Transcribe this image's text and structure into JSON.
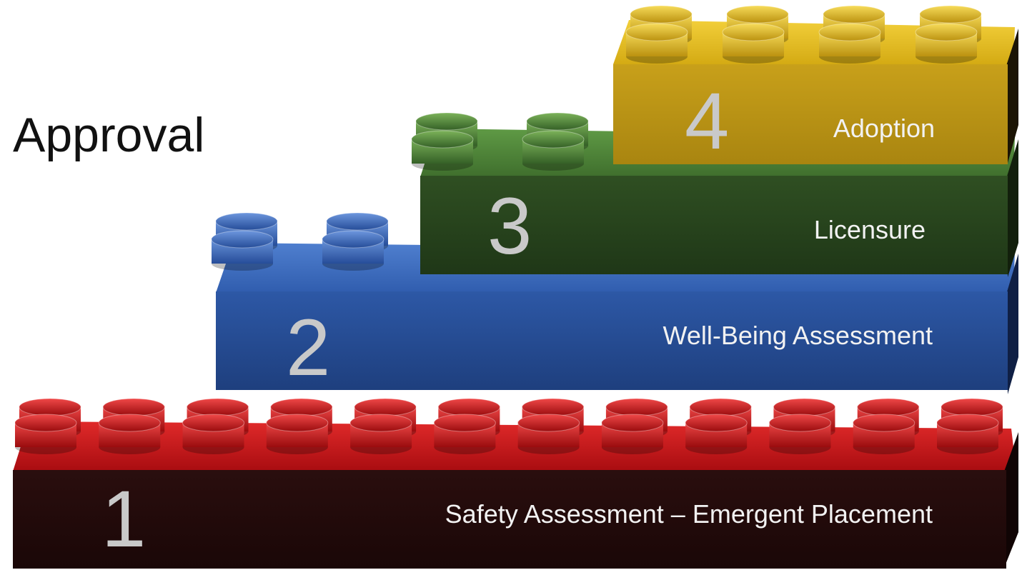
{
  "title": "Approval",
  "blocks": [
    {
      "number": "1",
      "label": "Safety Assessment – Emergent Placement",
      "color": "#c81418",
      "studs": 12
    },
    {
      "number": "2",
      "label": "Well-Being Assessment",
      "color": "#2a4f9a",
      "studs": 2
    },
    {
      "number": "3",
      "label": "Licensure",
      "color": "#3f6e2a",
      "studs": 2
    },
    {
      "number": "4",
      "label": "Adoption",
      "color": "#e0b414",
      "studs": 4
    }
  ]
}
